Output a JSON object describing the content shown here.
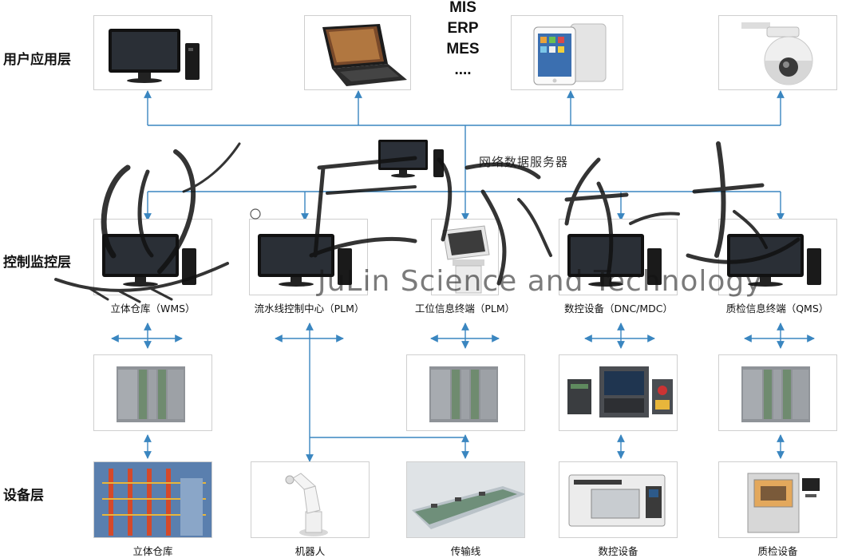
{
  "layers": {
    "user": "用户应用层",
    "control": "控制监控层",
    "device": "设备层"
  },
  "systems": [
    "MIS",
    "ERP",
    "MES",
    "...."
  ],
  "server_label": "网络数据服务器",
  "control_captions": [
    "立体仓库（WMS）",
    "流水线控制中心（PLM）",
    "工位信息终端（PLM）",
    "数控设备（DNC/MDC）",
    "质检信息终端（QMS）"
  ],
  "device_captions": [
    "立体仓库",
    "机器人",
    "传输线",
    "数控设备",
    "质检设备"
  ],
  "watermark": {
    "text": "JuLin Science and Technology",
    "logo_icon": "julin-logo-icon"
  },
  "colors": {
    "line": "#3a86c0",
    "box_border": "#cfcfcf"
  }
}
